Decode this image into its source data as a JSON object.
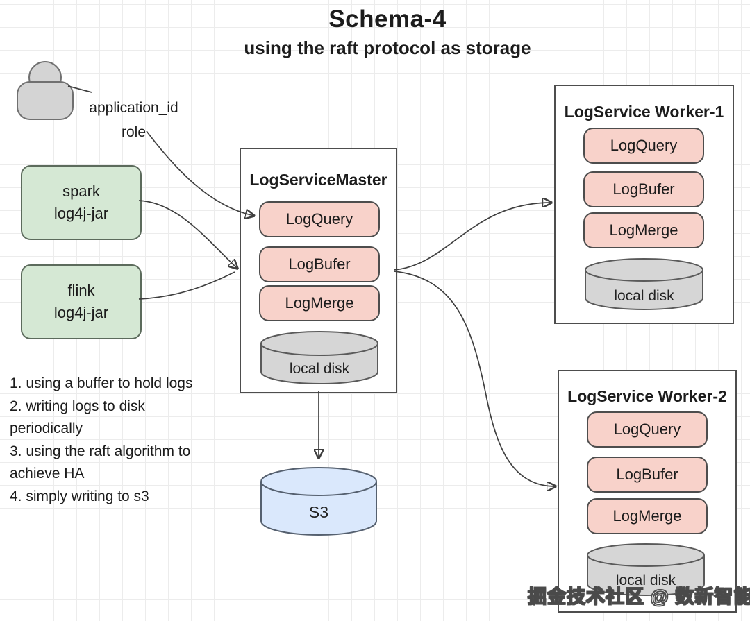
{
  "title": "Schema-4",
  "subtitle": "using the raft protocol as storage",
  "actor": {
    "icon": "person-icon",
    "label_line1": "application_id",
    "label_line2": "role"
  },
  "sources": [
    {
      "line1": "spark",
      "line2": "log4j-jar"
    },
    {
      "line1": "flink",
      "line2": "log4j-jar"
    }
  ],
  "master": {
    "title": "LogServiceMaster",
    "components": [
      "LogQuery",
      "LogBufer",
      "LogMerge"
    ],
    "disk_label": "local disk"
  },
  "workers": [
    {
      "title": "LogService Worker-1",
      "components": [
        "LogQuery",
        "LogBufer",
        "LogMerge"
      ],
      "disk_label": "local disk"
    },
    {
      "title": "LogService Worker-2",
      "components": [
        "LogQuery",
        "LogBufer",
        "LogMerge"
      ],
      "disk_label": "local disk"
    }
  ],
  "s3_label": "S3",
  "notes": [
    "1. using a buffer to hold logs",
    "2. writing logs to disk",
    "periodically",
    "3. using the raft algorithm to",
    "achieve HA",
    "4. simply writing to s3"
  ],
  "watermark": "掘金技术社区 @ 数新智能",
  "colors": {
    "source_fill": "#d5e8d4",
    "component_fill": "#f8d2ca",
    "disk_fill": "#d6d6d6",
    "s3_fill": "#dae8fc",
    "box_border": "#4d4d4d",
    "edge": "#3f3f3f",
    "grid_line": "#ececec"
  }
}
